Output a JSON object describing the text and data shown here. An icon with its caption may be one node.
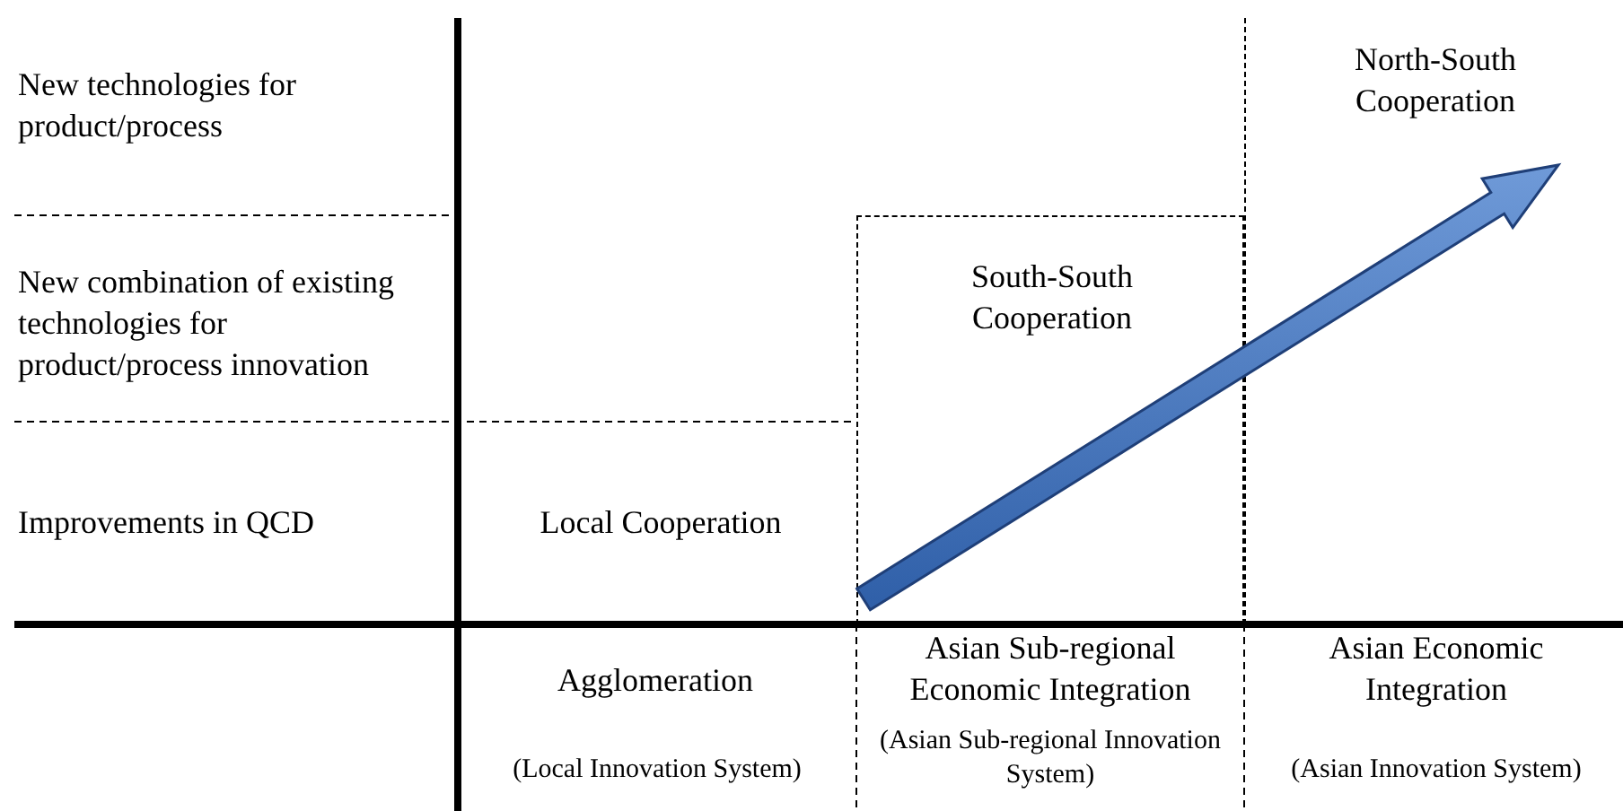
{
  "diagram": {
    "nodes": [
      {
        "text": [
          "North-South Cooperation"
        ]
      },
      {
        "text": [
          "South-South Cooperation"
        ]
      }
    ],
    "edges": [
      {
        "from": 1,
        "to": 0,
        "arrow": "to"
      }
    ],
    "labels": [
      "New technologies for product/process",
      "New combination of existing technologies for product/process innovation",
      "Improvements in QCD",
      "Local Cooperation",
      "Agglomeration",
      "(Local Innovation System)",
      "Asian Sub-regional Economic Integration",
      "(Asian Sub-regional Innovation System)",
      "Asian Economic Integration",
      "(Asian Innovation System)"
    ]
  }
}
